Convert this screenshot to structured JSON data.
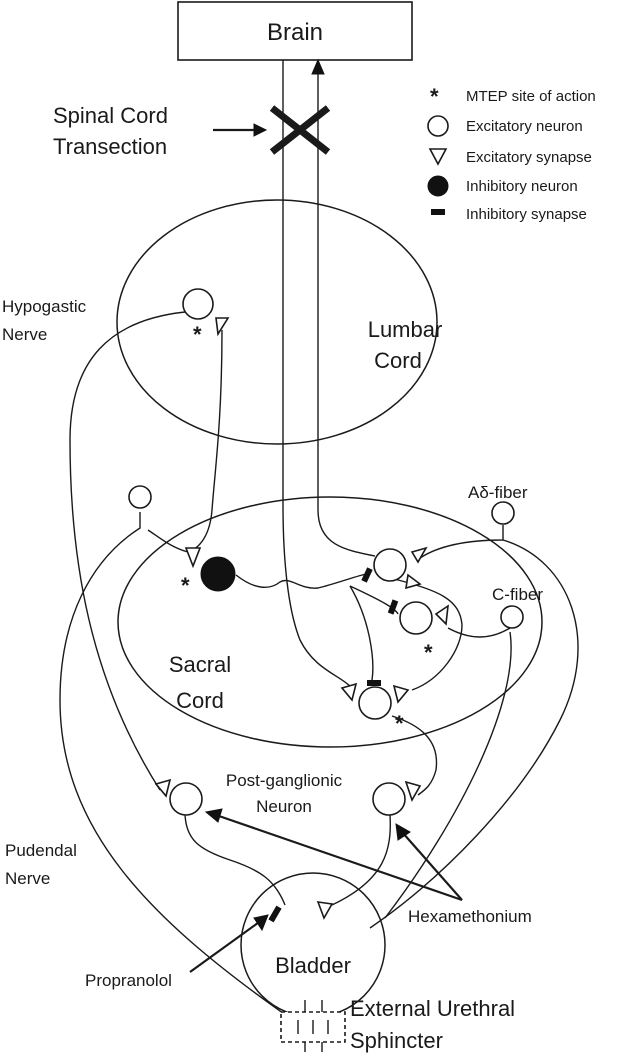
{
  "labels": {
    "brain": "Brain",
    "transection_line1": "Spinal Cord",
    "transection_line2": "Transection",
    "lumbar_line1": "Lumbar",
    "lumbar_line2": "Cord",
    "sacral_line1": "Sacral",
    "sacral_line2": "Cord",
    "hypogastric_line1": "Hypogastic",
    "hypogastric_line2": "Nerve",
    "pudendal_line1": "Pudendal",
    "pudendal_line2": "Nerve",
    "adelta_fiber": "Aδ-fiber",
    "c_fiber": "C-fiber",
    "postganglionic_line1": "Post-ganglionic",
    "postganglionic_line2": "Neuron",
    "hexamethonium": "Hexamethonium",
    "propranolol": "Propranolol",
    "bladder": "Bladder",
    "sphincter_line1": "External Urethral",
    "sphincter_line2": "Sphincter"
  },
  "legend": [
    {
      "symbol": "asterisk",
      "label": "MTEP site of action"
    },
    {
      "symbol": "open-circle",
      "label": "Excitatory neuron"
    },
    {
      "symbol": "open-triangle",
      "label": "Excitatory synapse"
    },
    {
      "symbol": "filled-circle",
      "label": "Inhibitory neuron"
    },
    {
      "symbol": "bar",
      "label": "Inhibitory synapse"
    }
  ]
}
